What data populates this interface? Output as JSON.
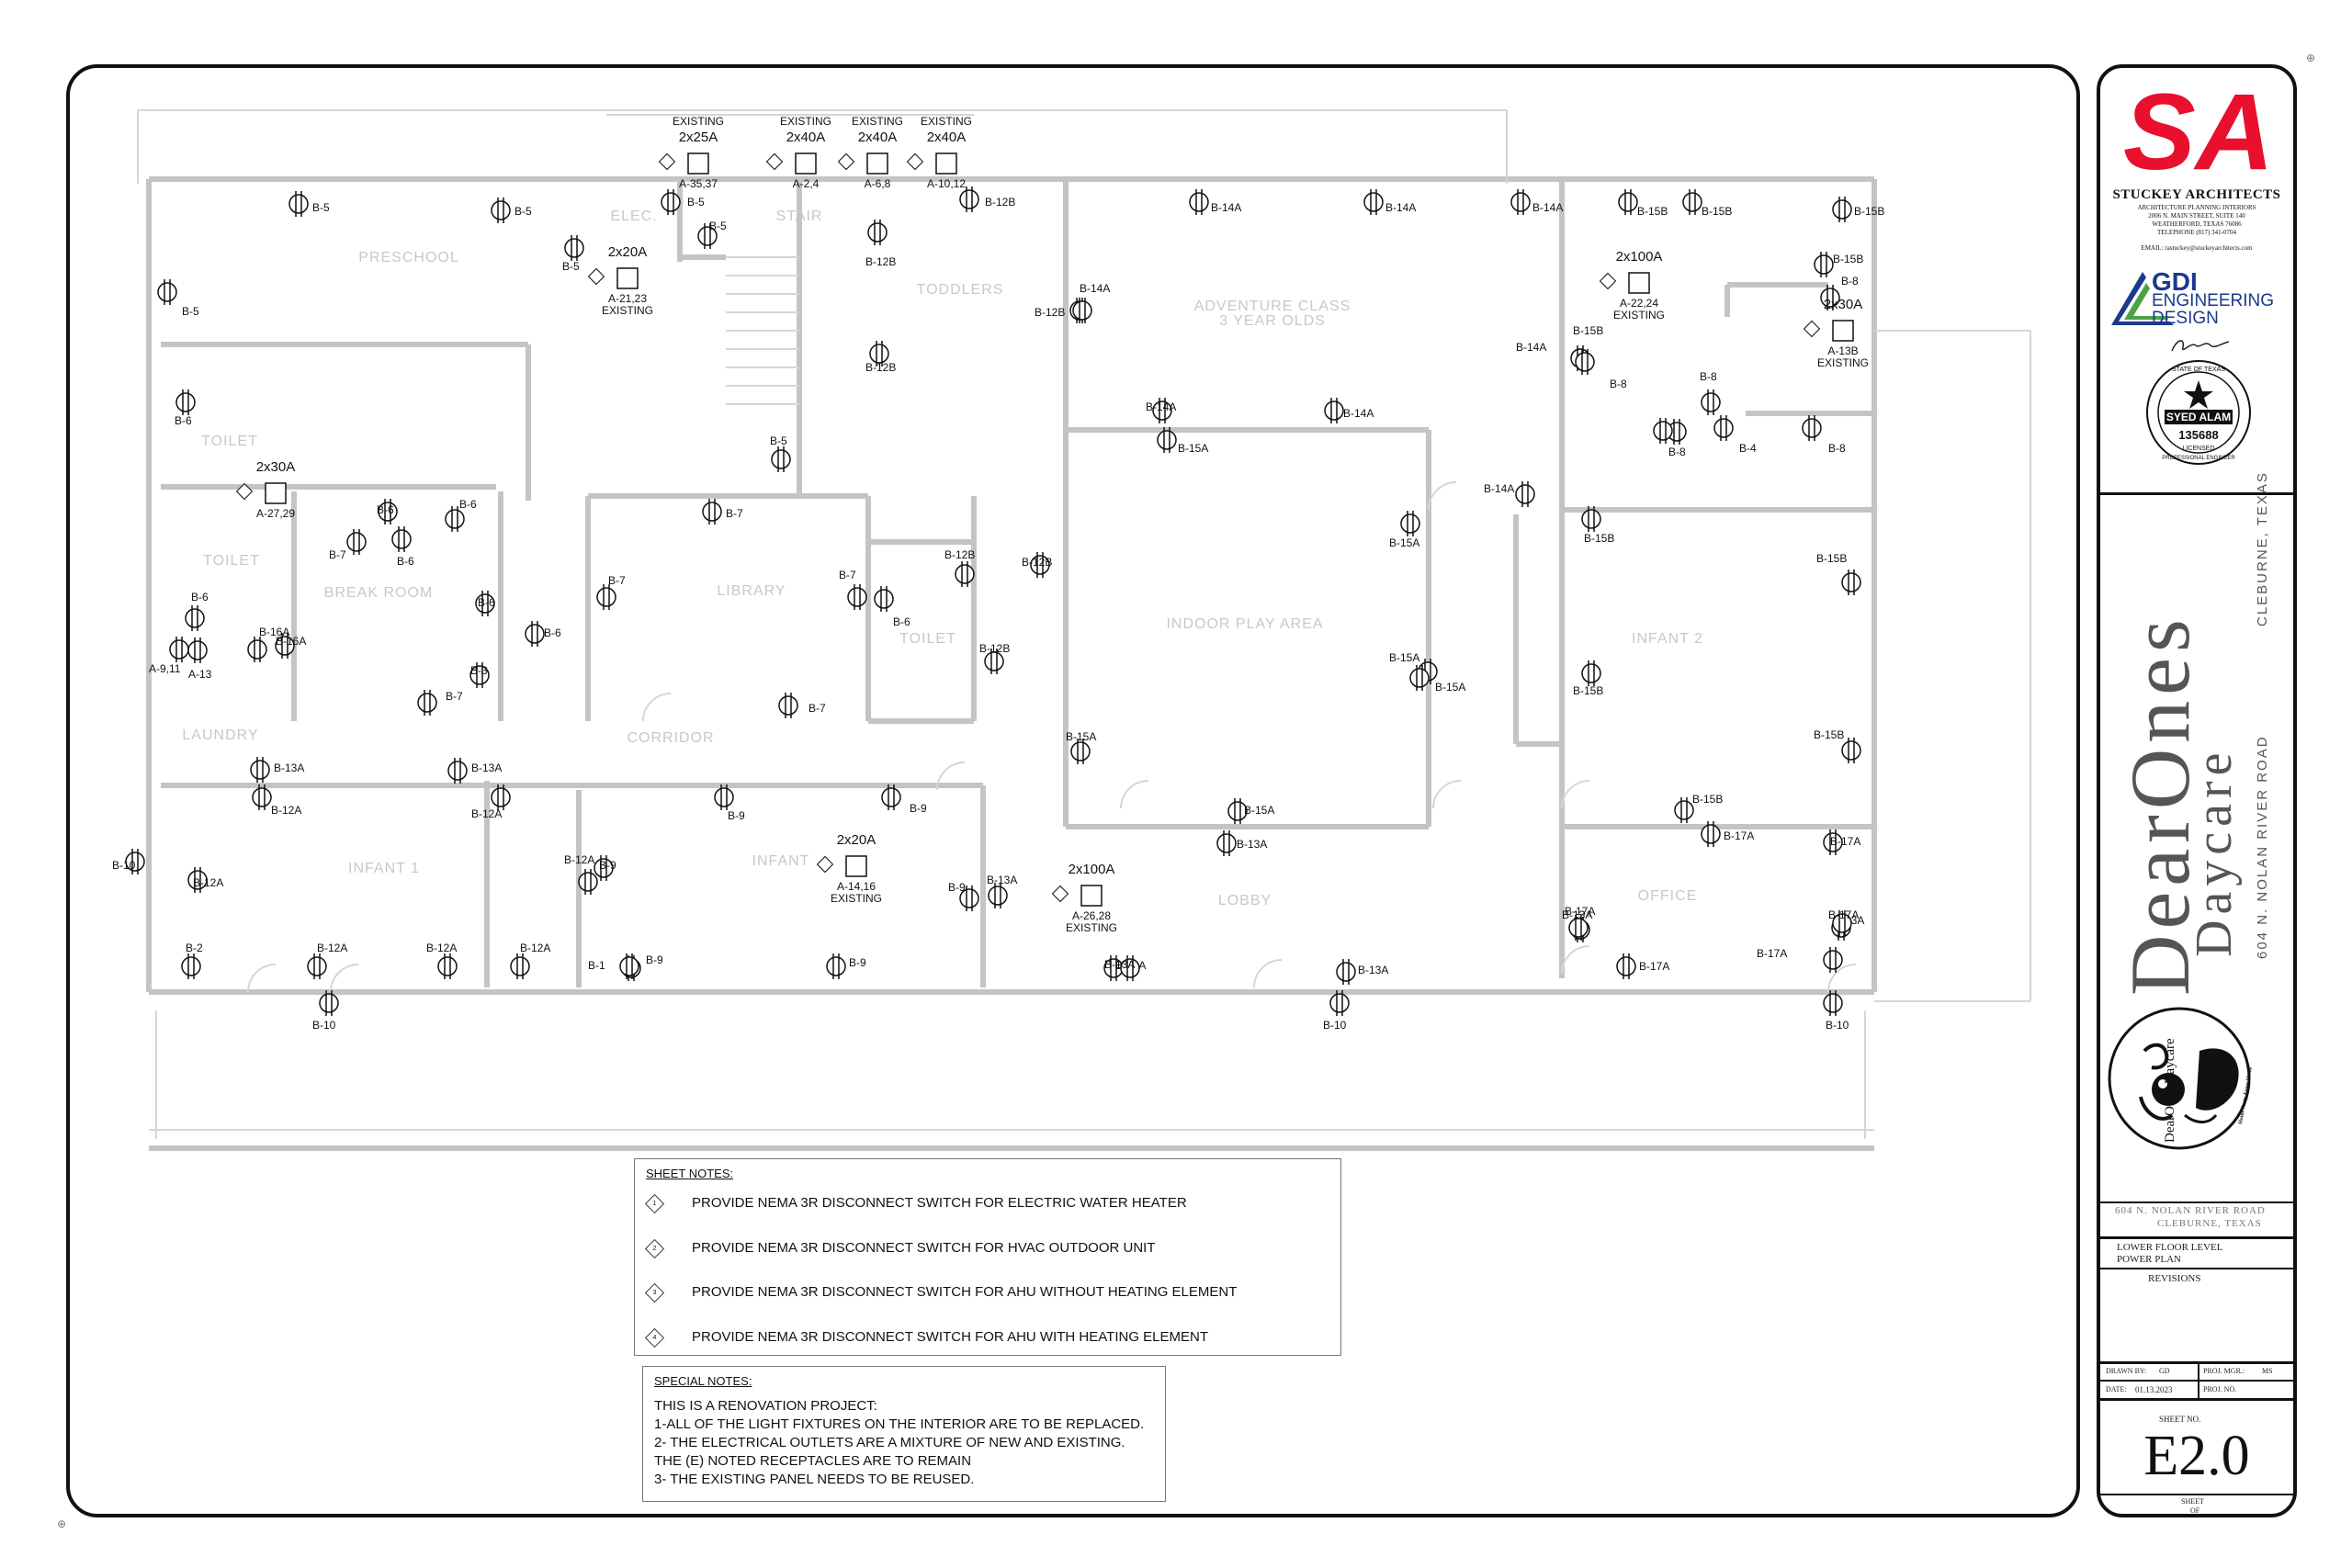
{
  "sheet_notes": {
    "title": "SHEET NOTES:",
    "items": [
      {
        "tag": "1",
        "text": "PROVIDE NEMA 3R DISCONNECT SWITCH FOR ELECTRIC WATER HEATER"
      },
      {
        "tag": "2",
        "text": "PROVIDE NEMA 3R DISCONNECT SWITCH FOR HVAC OUTDOOR UNIT"
      },
      {
        "tag": "3",
        "text": "PROVIDE NEMA 3R DISCONNECT SWITCH FOR AHU WITHOUT HEATING ELEMENT"
      },
      {
        "tag": "4",
        "text": "PROVIDE NEMA 3R DISCONNECT SWITCH FOR AHU WITH HEATING ELEMENT"
      }
    ]
  },
  "special_notes": {
    "title": "SPECIAL NOTES:",
    "lines": [
      "THIS IS A RENOVATION PROJECT:",
      "1-ALL OF THE LIGHT FIXTURES ON THE INTERIOR ARE TO BE REPLACED.",
      "2- THE ELECTRICAL OUTLETS ARE A MIXTURE OF NEW AND EXISTING.",
      "THE (E) NOTED RECEPTACLES ARE TO REMAIN",
      "3- THE EXISTING PANEL NEEDS TO BE REUSED."
    ]
  },
  "title_block": {
    "architect_logo": "SA",
    "architect_name": "STUCKEY ARCHITECTS",
    "architect_sub": [
      "ARCHITECTURE  PLANNING  INTERIORS",
      "2006 N. MAIN STREET, SUITE 140",
      "WEATHERFORD, TEXAS  76086",
      "TELEPHONE  (817) 341-0704"
    ],
    "architect_email": "EMAIL: rastuckey@stuckeyarchitects.com",
    "engineer_logo": "GDI",
    "engineer_line1": "ENGINEERING",
    "engineer_line2": "DESIGN",
    "seal_top": "STATE OF TEXAS",
    "seal_name": "SYED ALAM",
    "seal_number": "135688",
    "seal_bottom": "PROFESSIONAL ENGINEER",
    "seal_licensed": "LICENSED",
    "project_name_1": "DearOnes",
    "project_name_2": "Daycare",
    "address_vertical": "604 N. NOLAN RIVER ROAD",
    "city_vertical": "CLEBURNE, TEXAS",
    "logo_text": "DearOnes Daycare",
    "logo_tagline": "Home Away From Home",
    "address_line1": "604 N. NOLAN RIVER ROAD",
    "address_line2": "CLEBURNE, TEXAS",
    "sheet_title_1": "LOWER  FLOOR  LEVEL",
    "sheet_title_2": "POWER  PLAN",
    "revisions": "REVISIONS",
    "drawn_by_label": "DRAWN BY:",
    "drawn_by": "GD",
    "proj_mgr_label": "PROJ. MGR.:",
    "proj_mgr": "MS",
    "date_label": "DATE:",
    "date": "01.13.2023",
    "proj_no_label": "PROJ. NO.",
    "sheet_no_label": "SHEET    NO.",
    "sheet_no": "E2.0",
    "sheet_of_label": "SHEET",
    "of_label": "OF"
  },
  "rooms": [
    {
      "name": "PRESCHOOL"
    },
    {
      "name": "ELEC."
    },
    {
      "name": "STAIR"
    },
    {
      "name": "TODDLERS"
    },
    {
      "name": "ADVENTURE CLASS"
    },
    {
      "name": "3 YEAR OLDS"
    },
    {
      "name": "TOILET"
    },
    {
      "name": "TOILET"
    },
    {
      "name": "BREAK ROOM"
    },
    {
      "name": "LIBRARY"
    },
    {
      "name": "TOILET"
    },
    {
      "name": "INDOOR PLAY AREA"
    },
    {
      "name": "INFANT 2"
    },
    {
      "name": "LAUNDRY"
    },
    {
      "name": "CORRIDOR"
    },
    {
      "name": "INFANT 1"
    },
    {
      "name": "INFANT"
    },
    {
      "name": "LOBBY"
    },
    {
      "name": "OFFICE"
    }
  ],
  "panels": [
    {
      "top": "EXISTING",
      "rating": "2x25A",
      "circuit": "A-35,37",
      "tag": "2"
    },
    {
      "top": "EXISTING",
      "rating": "2x40A",
      "circuit": "A-2,4",
      "tag": "2"
    },
    {
      "top": "EXISTING",
      "rating": "2x40A",
      "circuit": "A-6,8",
      "tag": "2"
    },
    {
      "top": "EXISTING",
      "rating": "2x40A",
      "circuit": "A-10,12",
      "tag": "2"
    },
    {
      "rating": "2x20A",
      "circuit": "A-21,23",
      "bottom": "EXISTING",
      "tag": "1"
    },
    {
      "rating": "2x30A",
      "circuit": "A-27,29",
      "tag": "1"
    },
    {
      "rating": "2x20A",
      "circuit": "A-14,16",
      "bottom": "EXISTING",
      "tag": "1"
    },
    {
      "rating": "2x100A",
      "circuit": "A-26,28",
      "bottom": "EXISTING",
      "tag": "4"
    },
    {
      "rating": "2x100A",
      "circuit": "A-22,24",
      "bottom": "EXISTING",
      "tag": "4"
    },
    {
      "rating": "2x30A",
      "circuit": "A-13B",
      "bottom": "EXISTING",
      "tag": "3"
    }
  ],
  "receptacles": [
    {
      "label": "B-5"
    },
    {
      "label": "B-5"
    },
    {
      "label": "B-5"
    },
    {
      "label": "B-5"
    },
    {
      "label": "B-5"
    },
    {
      "label": "B-5"
    },
    {
      "label": "B-5"
    },
    {
      "label": "B-12B"
    },
    {
      "label": "B-12B"
    },
    {
      "label": "B-12B"
    },
    {
      "label": "B-12B"
    },
    {
      "label": "B-12B"
    },
    {
      "label": "B-12B"
    },
    {
      "label": "B-12B"
    },
    {
      "label": "B-14A"
    },
    {
      "label": "B-14A"
    },
    {
      "label": "B-14A"
    },
    {
      "label": "B-14A"
    },
    {
      "label": "B-14A"
    },
    {
      "label": "B-14A"
    },
    {
      "label": "B-14A"
    },
    {
      "label": "B-14A"
    },
    {
      "label": "B-15B"
    },
    {
      "label": "B-15B"
    },
    {
      "label": "B-15B"
    },
    {
      "label": "B-15B"
    },
    {
      "label": "B-15B"
    },
    {
      "label": "B-15B"
    },
    {
      "label": "B-15B"
    },
    {
      "label": "B-15B"
    },
    {
      "label": "B-15B"
    },
    {
      "label": "B-15B"
    },
    {
      "label": "B-8"
    },
    {
      "label": "B-8"
    },
    {
      "label": "B-8"
    },
    {
      "label": "B-8"
    },
    {
      "label": "B-8"
    },
    {
      "label": "B-4"
    },
    {
      "label": "B-6"
    },
    {
      "label": "B-6"
    },
    {
      "label": "B-6"
    },
    {
      "label": "B-6"
    },
    {
      "label": "B-6"
    },
    {
      "label": "B-6"
    },
    {
      "label": "B-6"
    },
    {
      "label": "B-6"
    },
    {
      "label": "B-7"
    },
    {
      "label": "B-7"
    },
    {
      "label": "B-7"
    },
    {
      "label": "B-7"
    },
    {
      "label": "B-7"
    },
    {
      "label": "B-7"
    },
    {
      "label": "B-15A"
    },
    {
      "label": "B-15A"
    },
    {
      "label": "B-15A"
    },
    {
      "label": "B-15A"
    },
    {
      "label": "B-15A"
    },
    {
      "label": "B-15A"
    },
    {
      "label": "B-13A"
    },
    {
      "label": "B-13A"
    },
    {
      "label": "B-13A"
    },
    {
      "label": "B-13A"
    },
    {
      "label": "B-13A"
    },
    {
      "label": "B-13A"
    },
    {
      "label": "B-13A"
    },
    {
      "label": "B-13A"
    },
    {
      "label": "B-13A"
    },
    {
      "label": "B-16A"
    },
    {
      "label": "B-16A"
    },
    {
      "label": "A-9,11"
    },
    {
      "label": "A-13"
    },
    {
      "label": "B-3"
    },
    {
      "label": "B-12A"
    },
    {
      "label": "B-12A"
    },
    {
      "label": "B-12A"
    },
    {
      "label": "B-12A"
    },
    {
      "label": "B-12A"
    },
    {
      "label": "B-12A"
    },
    {
      "label": "B-12A"
    },
    {
      "label": "B-10"
    },
    {
      "label": "B-10"
    },
    {
      "label": "B-10"
    },
    {
      "label": "B-10"
    },
    {
      "label": "B-9"
    },
    {
      "label": "B-9"
    },
    {
      "label": "B-9"
    },
    {
      "label": "B-9"
    },
    {
      "label": "B-9"
    },
    {
      "label": "B-9"
    },
    {
      "label": "B-2"
    },
    {
      "label": "B-1"
    },
    {
      "label": "B-17A"
    },
    {
      "label": "B-17A"
    },
    {
      "label": "B-17A"
    },
    {
      "label": "B-17A"
    },
    {
      "label": "B-17A"
    },
    {
      "label": "B-17A"
    }
  ],
  "colors": {
    "logo_red": "#e8102c",
    "logo_blue": "#1a3a8c",
    "logo_green": "#4aa347",
    "wall": "#bbbbbb",
    "ink": "#111111"
  }
}
